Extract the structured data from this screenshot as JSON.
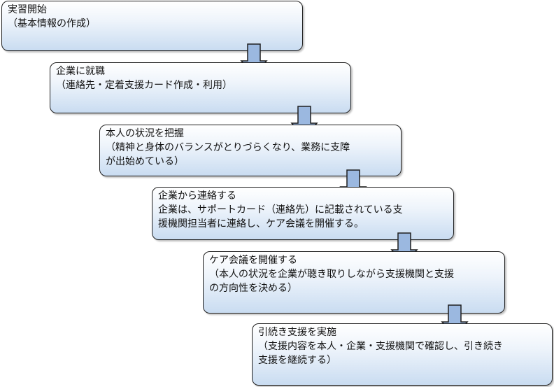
{
  "flow": {
    "steps": [
      {
        "title": "実習開始",
        "detail": "（基本情報の作成）"
      },
      {
        "title": "企業に就職",
        "detail": "（連絡先・定着支援カード作成・利用）"
      },
      {
        "title": "本人の状況を把握",
        "detail": "（精神と身体のバランスがとりづらくなり、業務に支障\nが出始めている）"
      },
      {
        "title": "企業から連絡する",
        "detail": "企業は、サポートカード（連絡先）に記載されている支\n援機関担当者に連絡し、ケア会議を開催する。"
      },
      {
        "title": "ケア会議を開催する",
        "detail": "（本人の状況を企業が聴き取りしながら支援機関と支援\nの方向性を決める）"
      },
      {
        "title": "引続き支援を実施",
        "detail": "（支援内容を本人・企業・支援機関で確認し、引き続き\n支援を継続する）"
      }
    ],
    "colors": {
      "box_top": "#ffffff",
      "box_bottom": "#c9dcf1",
      "arrow_fill": "#9bb8e0",
      "border": "#1f1f1f"
    }
  }
}
